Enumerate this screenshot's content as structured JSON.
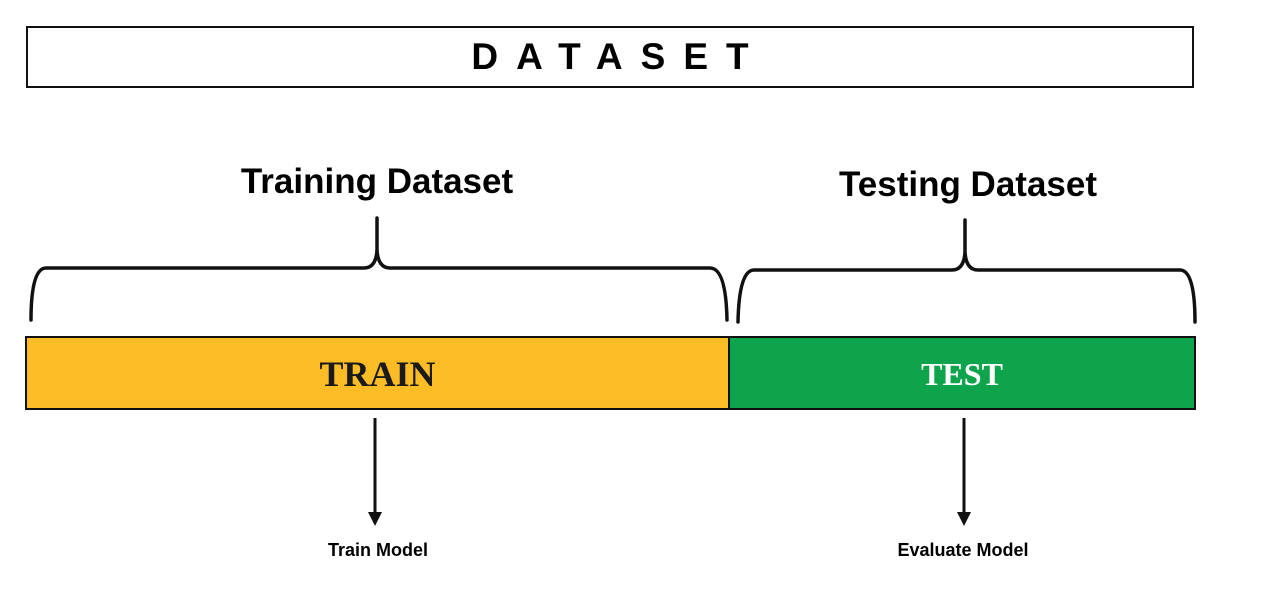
{
  "dataset": {
    "title": "DATASET"
  },
  "sections": {
    "training": {
      "heading": "Training Dataset",
      "bar_label": "TRAIN",
      "bar_color": "#fbbc26",
      "label_color": "#1a1a1a",
      "outcome": "Train Model"
    },
    "testing": {
      "heading": "Testing Dataset",
      "bar_label": "TEST",
      "bar_color": "#0ea44c",
      "label_color": "#ffffff",
      "outcome": "Evaluate Model"
    }
  },
  "colors": {
    "outline": "#111111",
    "text": "#000000"
  }
}
